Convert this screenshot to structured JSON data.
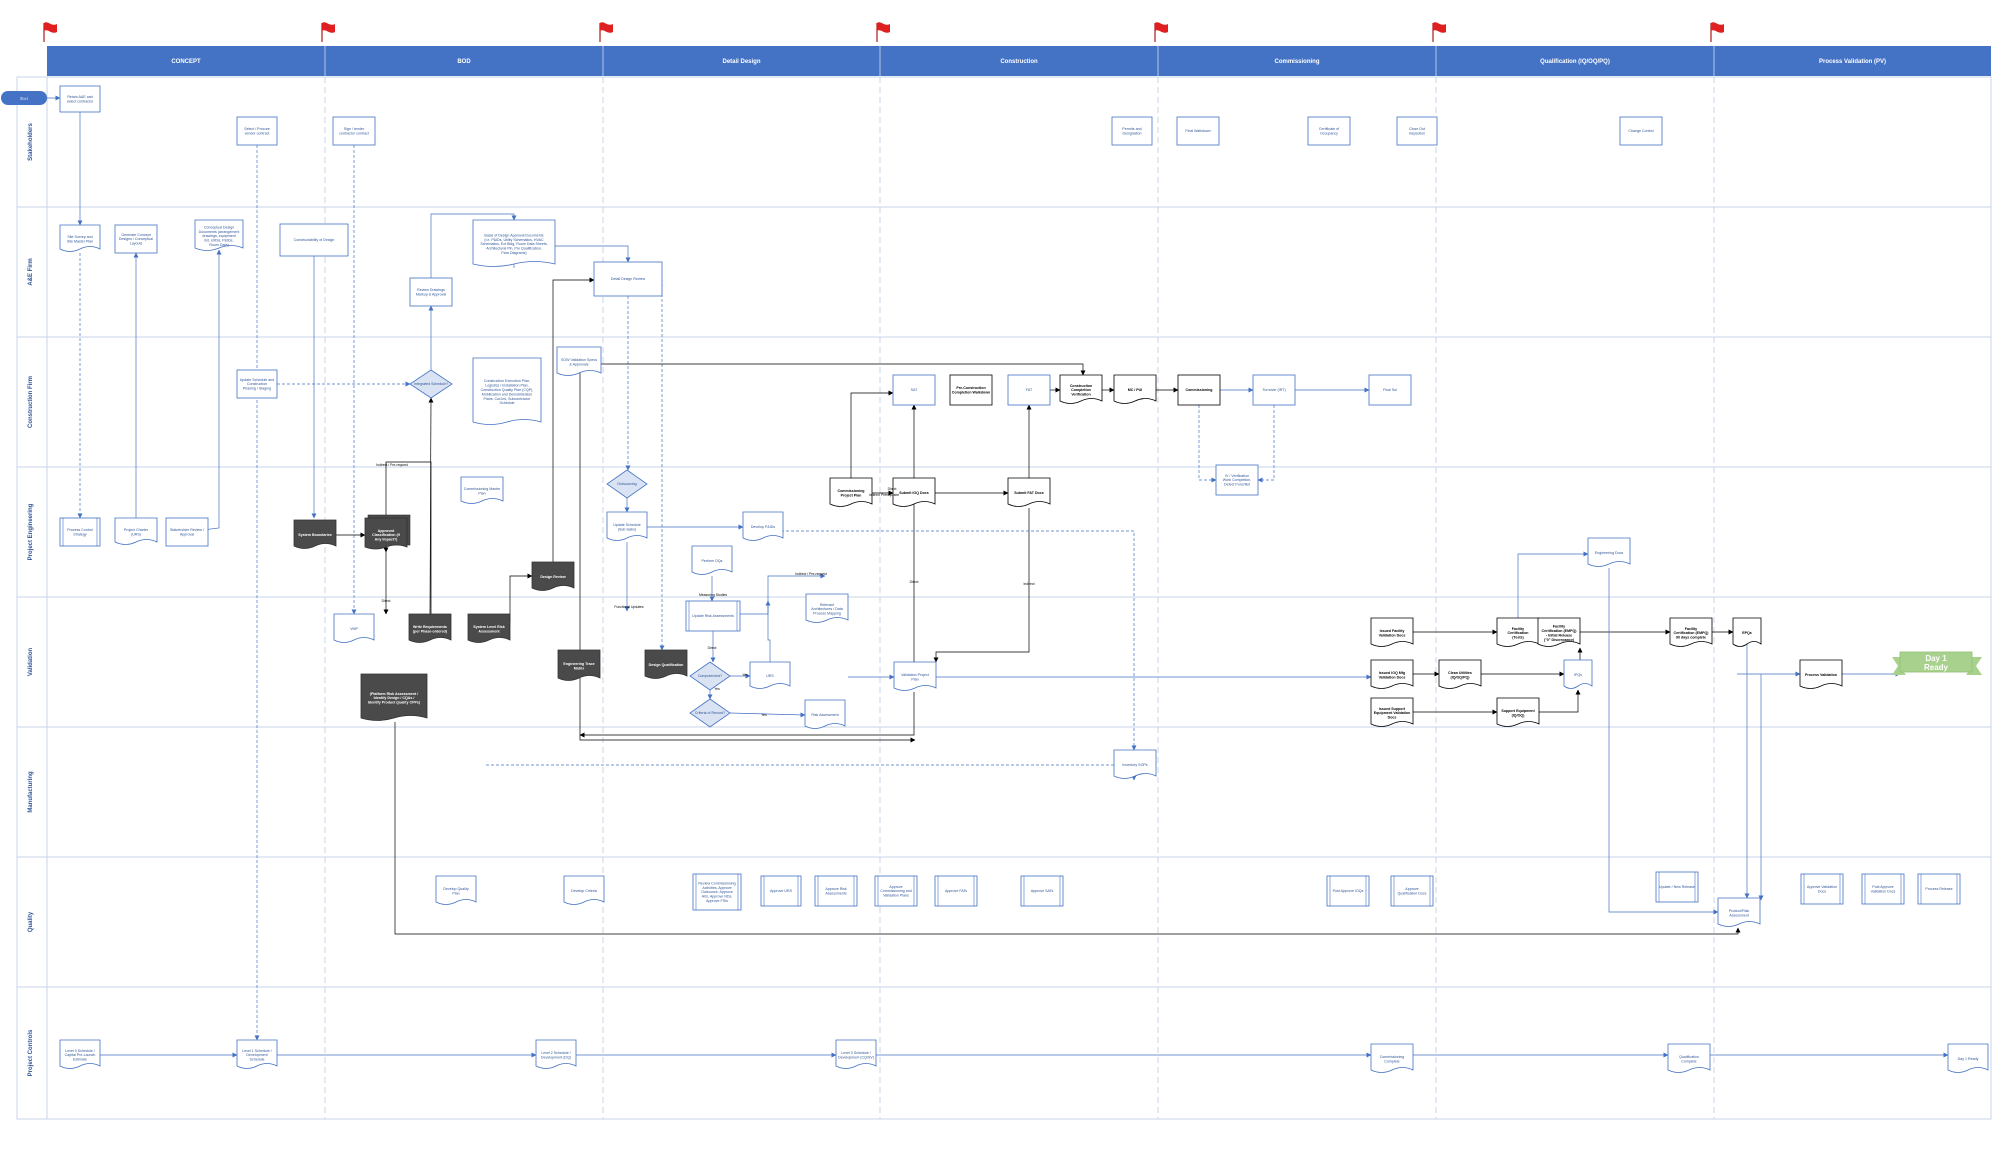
{
  "colors": {
    "header": "#4472c4",
    "line_blue": "#4472c4",
    "text_blue": "#2f5597",
    "flag_red": "#e02020",
    "dark_node": "#4a4a4a",
    "green": "#a9d18e",
    "divider": "#c8d4ea"
  },
  "phases": [
    "CONCEPT",
    "BOD",
    "Detail Design",
    "Construction",
    "Commissioning",
    "Qualification (IQ/OQ/PQ)",
    "Process Validation (PV)"
  ],
  "lanes": [
    "Stakeholders",
    "A&E Firm",
    "Construction Firm",
    "Project Engineering",
    "Validation",
    "Manufacturing",
    "Quality",
    "Project Controls"
  ],
  "start_label": "Start",
  "nodes": [
    {
      "id": "n1",
      "text": "Retain A&E and select contractor"
    },
    {
      "id": "n2",
      "text": "Select / Procure vendor contract"
    },
    {
      "id": "n3",
      "text": "Sign / tender contractor contract"
    },
    {
      "id": "n4",
      "text": "Permits and Designation"
    },
    {
      "id": "n5",
      "text": "Final Walkdown"
    },
    {
      "id": "n6",
      "text": "Certificate of Occupancy"
    },
    {
      "id": "n7",
      "text": "Close Out Inspection"
    },
    {
      "id": "n8",
      "text": "Change Control"
    },
    {
      "id": "n9",
      "text": "Site Survey and Site Master Plan"
    },
    {
      "id": "n10",
      "text": "Generate Concept Designs / Conceptual Layouts"
    },
    {
      "id": "n11",
      "text": "Conceptual Design Documents (arrangement drawings, equipment list, URSs, P&IDs, Room Data)"
    },
    {
      "id": "n12",
      "text": "Constructability of Design"
    },
    {
      "id": "n13",
      "text": "Review Drawings Markup & Approval"
    },
    {
      "id": "n14",
      "text": "Basis of Design Approval Documents (i.e. P&IDs, Utility Schematics, HVAC Schematics, Ext Bldg, Room Data Sheets, Architectural Pln, Pre Qualification, Flow Diagrams)"
    },
    {
      "id": "n15",
      "text": "Detail Design Review"
    },
    {
      "id": "n16",
      "text": "Update Schedule and Construction Phasing / Staging"
    },
    {
      "id": "n17",
      "text": "Integrated Schedule?"
    },
    {
      "id": "n18",
      "text": "Construction Execution Plan, Logistics / Installation Plan, Construction Quality Plan (CQP), Mobilization and Demobilization Plans, Cut-Ins, Subcontractor Schedule"
    },
    {
      "id": "n19",
      "text": "SOW Validation Specs & Approvals"
    },
    {
      "id": "n20",
      "text": "SAT"
    },
    {
      "id": "n21",
      "text": "Pre-Construction Completion Walkdown"
    },
    {
      "id": "n22",
      "text": "FAT"
    },
    {
      "id": "n23",
      "text": "Construction Completion Verification"
    },
    {
      "id": "n24",
      "text": "MC / PUI"
    },
    {
      "id": "n25",
      "text": "Commissioning"
    },
    {
      "id": "n26",
      "text": "Turnover (IRT)"
    },
    {
      "id": "n27",
      "text": "Final Sol"
    },
    {
      "id": "n28",
      "text": "IV / Verification Work Completion, Defect Punchlist"
    },
    {
      "id": "n29",
      "text": "Process Control Strategy"
    },
    {
      "id": "n30",
      "text": "Project Charter (URS)"
    },
    {
      "id": "n31",
      "text": "Stakeholder Review / Approval"
    },
    {
      "id": "n32",
      "text": "System Boundaries"
    },
    {
      "id": "n33",
      "text": "Approved Classification (if Any Impact?)"
    },
    {
      "id": "n34",
      "text": "Commissioning Master Plan"
    },
    {
      "id": "n35",
      "text": "Outsourcing"
    },
    {
      "id": "n36",
      "text": "Update Schedule (Sub-tasks)"
    },
    {
      "id": "n37",
      "text": "Develop P&IDs"
    },
    {
      "id": "n38",
      "text": "Perform DQs"
    },
    {
      "id": "n39",
      "text": "Design Review"
    },
    {
      "id": "n40",
      "text": "Commissioning Project Plan"
    },
    {
      "id": "n41",
      "text": "Submit IOQ Docs"
    },
    {
      "id": "n42",
      "text": "Submit FAT Docs"
    },
    {
      "id": "n43",
      "text": "Engineering Docs"
    },
    {
      "id": "n44",
      "text": "VMP"
    },
    {
      "id": "n45",
      "text": "Write Requirements (per Phase-ordered)"
    },
    {
      "id": "n46",
      "text": "System Level Risk Assessment"
    },
    {
      "id": "n47",
      "text": "(Platform Risk Assessment / Identify Design / CQAs / Identify Product Quality CPPs)"
    },
    {
      "id": "n48",
      "text": "Update Risk Assessments"
    },
    {
      "id": "n49",
      "text": "Relevant Architectures / Data Process Mapping"
    },
    {
      "id": "n50",
      "text": "Engineering Trace Matrix"
    },
    {
      "id": "n51",
      "text": "Design Qualification"
    },
    {
      "id": "n52",
      "text": "Computerized?"
    },
    {
      "id": "n53",
      "text": "URS"
    },
    {
      "id": "n54",
      "text": "Criteria of Record?"
    },
    {
      "id": "n55",
      "text": "Risk Assessment"
    },
    {
      "id": "n56",
      "text": "Validation Project Plan"
    },
    {
      "id": "n57",
      "text": "Issued Facility Validation Docs"
    },
    {
      "id": "n58",
      "text": "Facility Certification (Tests)"
    },
    {
      "id": "n59",
      "text": "Facility Certification (EMPQ) - Initial Release (\"0\" Discrepancy)"
    },
    {
      "id": "n60",
      "text": "Facility Certification (EMPQ) 90 days complete"
    },
    {
      "id": "n61",
      "text": "EPQs"
    },
    {
      "id": "n62",
      "text": "Issued IOQ Mfg Validation Docs"
    },
    {
      "id": "n63",
      "text": "Clean Utilities (IQ/OQ/PQ)"
    },
    {
      "id": "n64",
      "text": "IPQs"
    },
    {
      "id": "n65",
      "text": "Issued Support Equipment Validation Docs"
    },
    {
      "id": "n66",
      "text": "Support Equipment (IQ/OQ)"
    },
    {
      "id": "n67",
      "text": "Process Validation"
    },
    {
      "id": "n68",
      "text": "Inventory SOPs"
    },
    {
      "id": "n69",
      "text": "Develop Quality Plan"
    },
    {
      "id": "n70",
      "text": "Develop Criteria"
    },
    {
      "id": "n71",
      "text": "Review Commissioning Activities, Approve Outsource, Approve AVs, Approve NDs, Approve FSIs"
    },
    {
      "id": "n72",
      "text": "Approve URS"
    },
    {
      "id": "n73",
      "text": "Approve Risk Assessments"
    },
    {
      "id": "n74",
      "text": "Approve Commissioning and Validation Plans"
    },
    {
      "id": "n75",
      "text": "Approve FATs"
    },
    {
      "id": "n76",
      "text": "Approve SATs"
    },
    {
      "id": "n77",
      "text": "Post Approve IOQs"
    },
    {
      "id": "n78",
      "text": "Approve Qualification Docs"
    },
    {
      "id": "n79",
      "text": "Update / New Release"
    },
    {
      "id": "n80",
      "text": "Product/Risk Assessment"
    },
    {
      "id": "n81",
      "text": "Approve Validation Docs"
    },
    {
      "id": "n82",
      "text": "Post Approve Validation Docs"
    },
    {
      "id": "n83",
      "text": "Process Release"
    },
    {
      "id": "n84",
      "text": "Level 0 Schedule / Capital Pre-Launch Estimate"
    },
    {
      "id": "n85",
      "text": "Level 1 Schedule / Development Schedule"
    },
    {
      "id": "n86",
      "text": "Level 2 Schedule / Development (DQ)"
    },
    {
      "id": "n87",
      "text": "Level 3 Schedule / Development (CQ/SV)"
    },
    {
      "id": "n88",
      "text": "Commissioning Complete"
    },
    {
      "id": "n89",
      "text": "Qualification Complete"
    },
    {
      "id": "n90",
      "text": "Day 1 Ready"
    }
  ],
  "ribbon": {
    "line1": "Day 1",
    "line2": "Ready"
  },
  "edge_labels": [
    {
      "id": "e1",
      "text": "Indirect / Pre-request"
    },
    {
      "id": "e2",
      "text": "Direct"
    },
    {
      "id": "e3",
      "text": "Direct"
    },
    {
      "id": "e4",
      "text": "Indirect"
    },
    {
      "id": "e5",
      "text": "Direct"
    },
    {
      "id": "e6",
      "text": "Yes"
    },
    {
      "id": "e7",
      "text": "Yes"
    },
    {
      "id": "e8",
      "text": "Yes"
    },
    {
      "id": "e9",
      "text": "Indirect / Pre-request"
    },
    {
      "id": "e10",
      "text": "Functional Updates"
    },
    {
      "id": "e11",
      "text": "Measuring Studies"
    },
    {
      "id": "e12",
      "text": "Direct"
    },
    {
      "id": "e13",
      "text": "Indirect Prerequisite"
    }
  ]
}
